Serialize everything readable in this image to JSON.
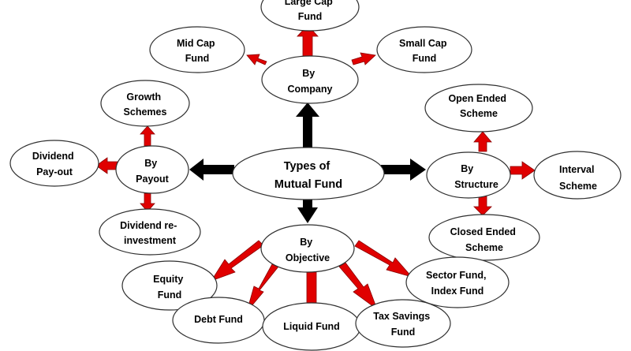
{
  "colors": {
    "red_arrow": "#e00000",
    "red_arrow_outline": "#8a0000",
    "black_arrow": "#000000",
    "node_outline": "#2f2f2f"
  },
  "nodes": {
    "center": [
      "Types of",
      "Mutual Fund"
    ],
    "by_company": [
      "By",
      "Company"
    ],
    "large_cap": [
      "Large Cap",
      "Fund"
    ],
    "mid_cap": [
      "Mid Cap",
      "Fund"
    ],
    "small_cap": [
      "Small Cap",
      "Fund"
    ],
    "by_payout": [
      "By",
      "Payout"
    ],
    "growth": [
      "Growth",
      "Schemes"
    ],
    "dividend_payout": [
      "Dividend",
      "Pay-out"
    ],
    "dividend_reinvest": [
      "Dividend re-",
      "investment"
    ],
    "by_structure": [
      "By",
      "Structure"
    ],
    "open_ended": [
      "Open Ended",
      "Scheme"
    ],
    "interval": [
      "Interval",
      "Scheme"
    ],
    "closed_ended": [
      "Closed Ended",
      "Scheme"
    ],
    "by_objective": [
      "By",
      "Objective"
    ],
    "equity": [
      "Equity",
      "Fund"
    ],
    "debt": [
      "Debt Fund"
    ],
    "liquid": [
      "Liquid Fund"
    ],
    "tax_savings": [
      "Tax Savings",
      "Fund"
    ],
    "sector": [
      "Sector Fund,",
      "Index Fund"
    ]
  }
}
